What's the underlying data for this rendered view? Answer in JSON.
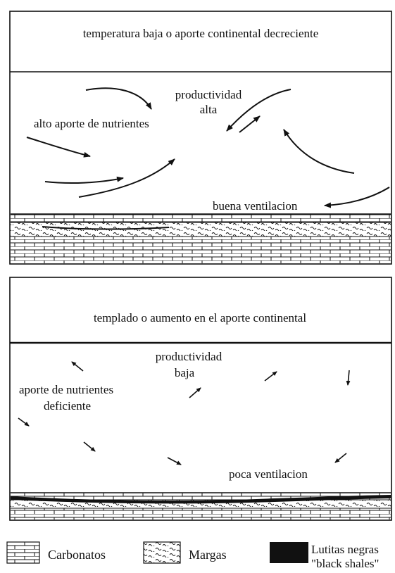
{
  "panel_top": {
    "banner": "temperatura baja o aporte continental decreciente",
    "productivity_line1": "productividad",
    "productivity_line2": "alta",
    "nutrients": "alto aporte de nutrientes",
    "ventilation": "buena ventilacion"
  },
  "panel_bottom": {
    "banner": "templado o aumento en el aporte continental",
    "productivity_line1": "productividad",
    "productivity_line2": "baja",
    "nutrients_line1": "aporte de nutrientes",
    "nutrients_line2": "deficiente",
    "ventilation": "poca ventilacion"
  },
  "legend": {
    "carbonates": "Carbonatos",
    "marls": "Margas",
    "black_shales_line1": "Lutitas negras",
    "black_shales_line2": "\"black shales\""
  },
  "colors": {
    "ink": "#111111",
    "background": "#ffffff"
  }
}
